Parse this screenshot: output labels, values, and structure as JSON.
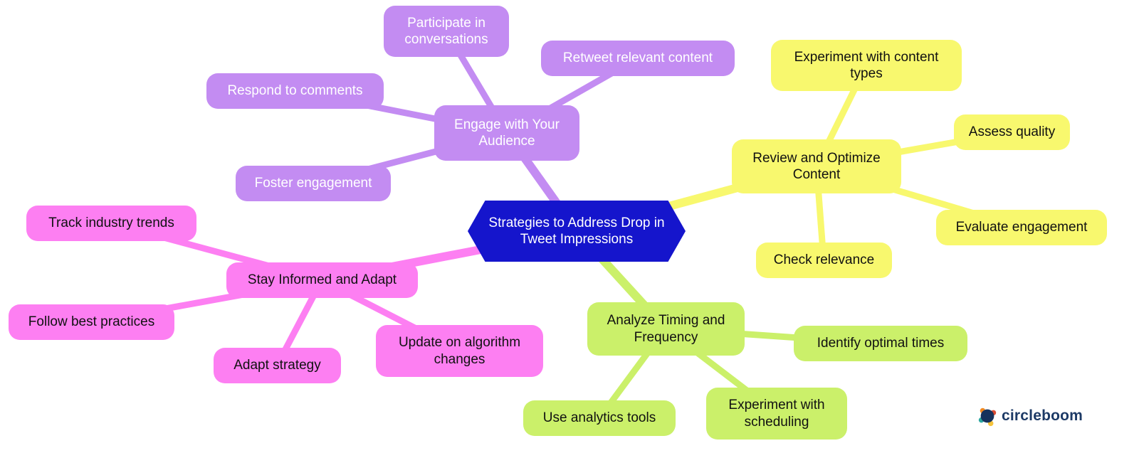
{
  "title": "Strategies to Address Drop in Tweet Impressions",
  "mindmap": {
    "center": {
      "label": "Strategies to Address Drop in Tweet Impressions",
      "color": "#1515cc",
      "text_color": "#ffffff",
      "shape": "hexagon"
    },
    "branches": [
      {
        "name": "engage-with-your-audience",
        "color": "#c38cf2",
        "text_color": "#ffffff",
        "root": {
          "label": "Engage with Your Audience"
        },
        "children": [
          {
            "label": "Participate in conversations"
          },
          {
            "label": "Retweet relevant content"
          },
          {
            "label": "Respond to comments"
          },
          {
            "label": "Foster engagement"
          }
        ]
      },
      {
        "name": "review-and-optimize-content",
        "color": "#f8f86e",
        "text_color": "#111111",
        "root": {
          "label": "Review and Optimize Content"
        },
        "children": [
          {
            "label": "Experiment with content types"
          },
          {
            "label": "Assess quality"
          },
          {
            "label": "Evaluate engagement"
          },
          {
            "label": "Check relevance"
          }
        ]
      },
      {
        "name": "stay-informed-and-adapt",
        "color": "#fd7ff2",
        "text_color": "#111111",
        "root": {
          "label": "Stay Informed and Adapt"
        },
        "children": [
          {
            "label": "Track industry trends"
          },
          {
            "label": "Follow best practices"
          },
          {
            "label": "Adapt strategy"
          },
          {
            "label": "Update on algorithm changes"
          }
        ]
      },
      {
        "name": "analyze-timing-and-frequency",
        "color": "#cbf06a",
        "text_color": "#111111",
        "root": {
          "label": "Analyze Timing and Frequency"
        },
        "children": [
          {
            "label": "Identify optimal times"
          },
          {
            "label": "Use analytics tools"
          },
          {
            "label": "Experiment with scheduling"
          }
        ]
      }
    ]
  },
  "logo": {
    "text": "circleboom",
    "text_color": "#1d3a66"
  }
}
